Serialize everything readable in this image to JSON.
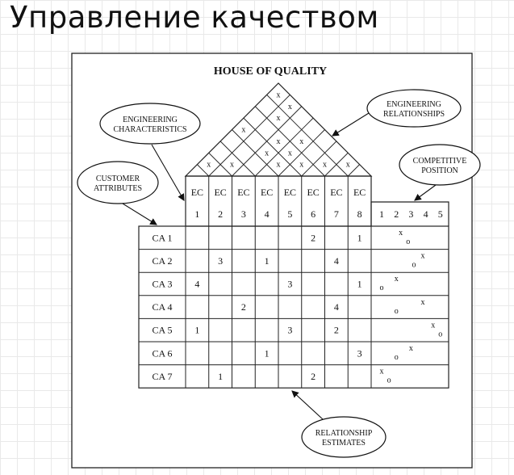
{
  "slide": {
    "title": "Управление качеством"
  },
  "diagram": {
    "title": "HOUSE OF QUALITY",
    "callouts": {
      "engineering_characteristics": [
        "ENGINEERING",
        "CHARACTERISTICS"
      ],
      "engineering_relationships": [
        "ENGINEERING",
        "RELATIONSHIPS"
      ],
      "customer_attributes": [
        "CUSTOMER",
        "ATTRIBUTES"
      ],
      "competitive_position": [
        "COMPETITIVE",
        "POSITION"
      ],
      "relationship_estimates": [
        "RELATIONSHIP",
        "ESTIMATES"
      ]
    },
    "ec_headers": [
      {
        "label": "EC",
        "num": "1"
      },
      {
        "label": "EC",
        "num": "2"
      },
      {
        "label": "EC",
        "num": "3"
      },
      {
        "label": "EC",
        "num": "4"
      },
      {
        "label": "EC",
        "num": "5"
      },
      {
        "label": "EC",
        "num": "6"
      },
      {
        "label": "EC",
        "num": "7"
      },
      {
        "label": "EC",
        "num": "8"
      }
    ],
    "competitive_scale": [
      "1",
      "2",
      "3",
      "4",
      "5"
    ],
    "rows": [
      {
        "ca": "CA 1",
        "cells": [
          "",
          "",
          "",
          "",
          "",
          "2",
          "",
          "1"
        ]
      },
      {
        "ca": "CA 2",
        "cells": [
          "",
          "3",
          "",
          "1",
          "",
          "",
          "4",
          ""
        ]
      },
      {
        "ca": "CA 3",
        "cells": [
          "4",
          "",
          "",
          "",
          "3",
          "",
          "",
          "1"
        ]
      },
      {
        "ca": "CA 4",
        "cells": [
          "",
          "",
          "2",
          "",
          "",
          "",
          "4",
          ""
        ]
      },
      {
        "ca": "CA 5",
        "cells": [
          "1",
          "",
          "",
          "",
          "3",
          "",
          "2",
          ""
        ]
      },
      {
        "ca": "CA 6",
        "cells": [
          "",
          "",
          "",
          "1",
          "",
          "",
          "",
          "3"
        ]
      },
      {
        "ca": "CA 7",
        "cells": [
          "",
          "1",
          "",
          "",
          "",
          "2",
          "",
          ""
        ]
      }
    ],
    "roof_marks": [
      {
        "i": 1,
        "j": 8,
        "mark": "x"
      },
      {
        "i": 2,
        "j": 8,
        "mark": "x"
      },
      {
        "i": 2,
        "j": 7,
        "mark": "x"
      },
      {
        "i": 1,
        "j": 5,
        "mark": "x"
      },
      {
        "i": 3,
        "j": 6,
        "mark": "x"
      },
      {
        "i": 3,
        "j": 5,
        "mark": "x"
      },
      {
        "i": 4,
        "j": 5,
        "mark": "x"
      },
      {
        "i": 4,
        "j": 6,
        "mark": "x"
      },
      {
        "i": 4,
        "j": 7,
        "mark": "x"
      },
      {
        "i": 5,
        "j": 6,
        "mark": "x"
      },
      {
        "i": 6,
        "j": 7,
        "mark": "x"
      },
      {
        "i": 7,
        "j": 8,
        "mark": "x"
      },
      {
        "i": 1,
        "j": 2,
        "mark": "x"
      },
      {
        "i": 2,
        "j": 3,
        "mark": "x"
      }
    ],
    "competitive": [
      {
        "x": 2.3,
        "o": 2.8
      },
      {
        "x": 3.8,
        "o": 3.2
      },
      {
        "x": 2.0,
        "o": 1.0
      },
      {
        "x": 3.8,
        "o": 2.0
      },
      {
        "x": 4.5,
        "o": 5.0
      },
      {
        "x": 3.0,
        "o": 2.0
      },
      {
        "x": 1.0,
        "o": 1.5
      }
    ]
  }
}
